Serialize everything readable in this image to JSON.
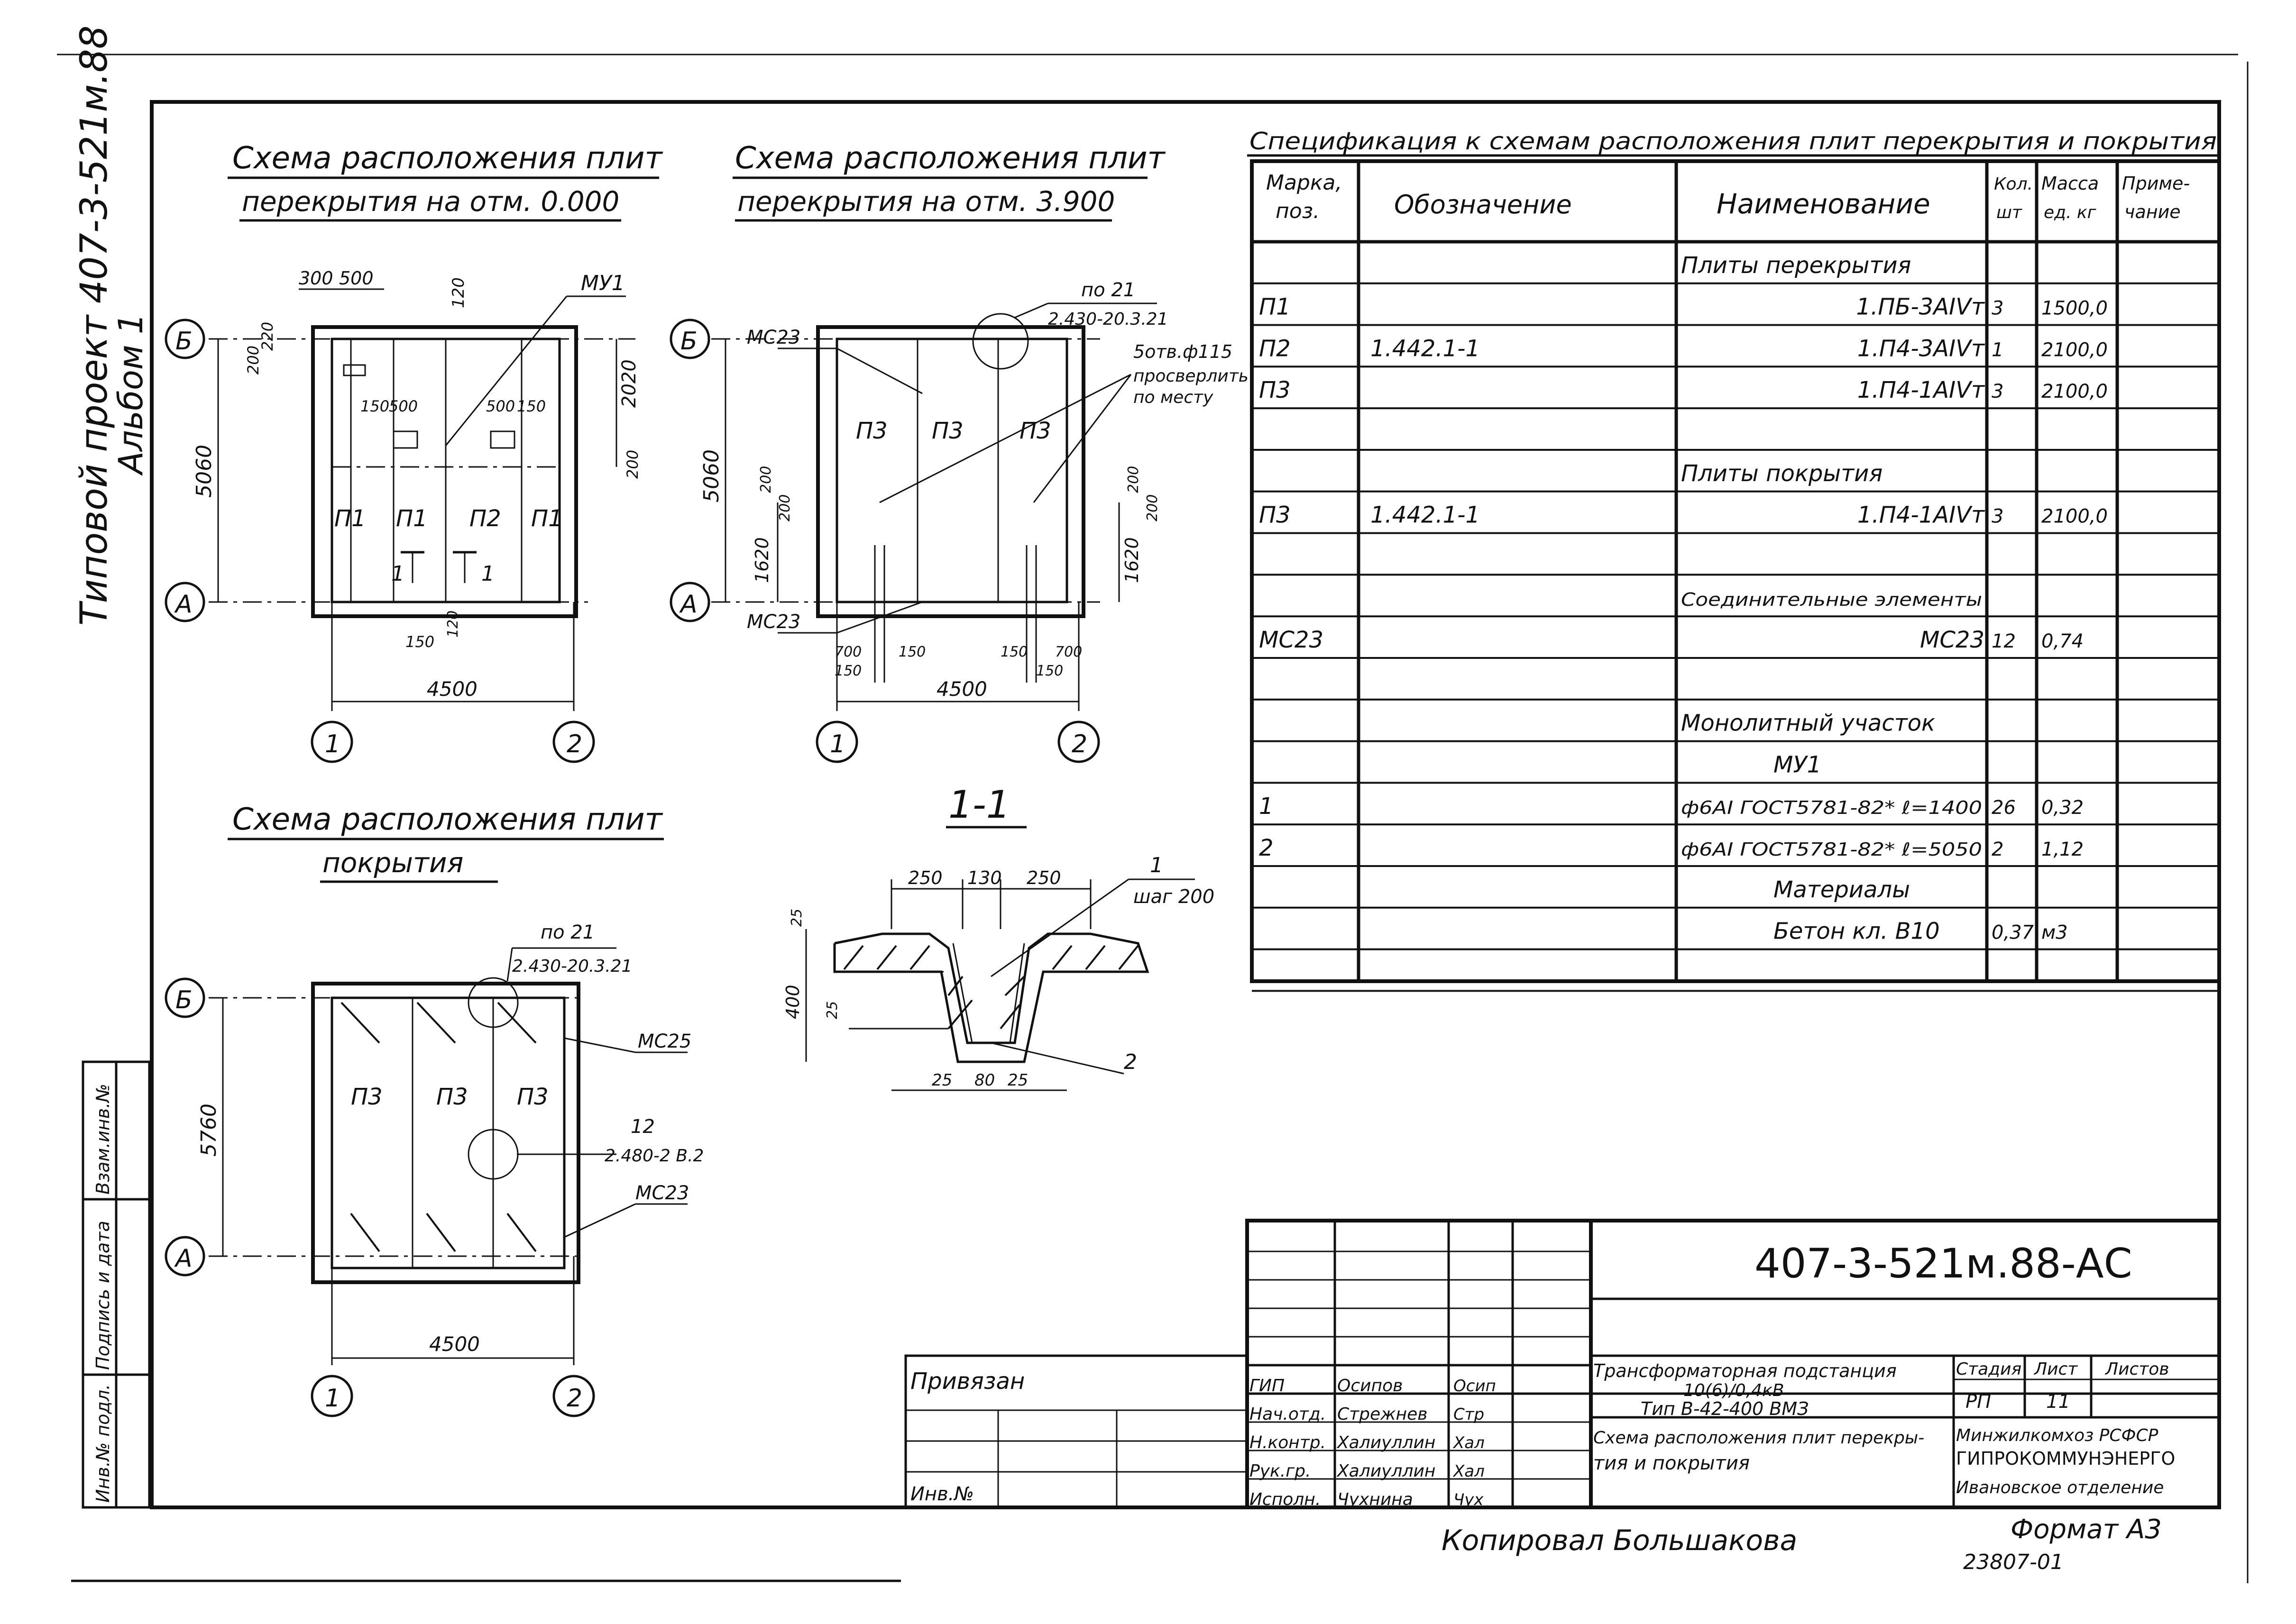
{
  "side_margin": {
    "project_title": "Типовой проект 407-3-521м.88",
    "album": "Альбом 1",
    "strip_labels": [
      "Взам.инв.№",
      "Подпись и дата",
      "Инв.№ подл."
    ]
  },
  "scheme_floor_0": {
    "title_line1": "Схема расположения плит",
    "title_line2": "перекрытия на отм. 0.000",
    "axes": {
      "top": "Б",
      "bottom": "А",
      "left": "1",
      "right": "2"
    },
    "dims": {
      "height": "5060",
      "width": "4500",
      "top_a": "300",
      "top_b": "500",
      "left_a": "200",
      "left_b": "220",
      "right_top": "2020",
      "right_mid": "200",
      "inner_a": "150",
      "inner_b": "500",
      "inner_c": "500",
      "inner_d": "150",
      "vert_top": "120",
      "bottom_a": "150",
      "bottom_b": "120"
    },
    "plates": [
      "П1",
      "П1",
      "П2",
      "П1"
    ],
    "section_marks": [
      "1",
      "1"
    ],
    "callout": "МУ1"
  },
  "scheme_floor_3900": {
    "title_line1": "Схема расположения плит",
    "title_line2": "перекрытия на отм. 3.900",
    "axes": {
      "top": "Б",
      "bottom": "А",
      "left": "1",
      "right": "2"
    },
    "dims": {
      "height": "5060",
      "width": "4500",
      "left_mid": "1620",
      "right_mid": "1620",
      "left_a": "200",
      "left_b": "200",
      "right_a": "200",
      "right_b": "200",
      "bottom_a": "700",
      "bottom_b": "150",
      "bottom_c": "150",
      "bottom_d": "150",
      "bottom_e": "700",
      "bottom_f": "150"
    },
    "plates": [
      "П3",
      "П3",
      "П3"
    ],
    "labels": {
      "mc_top": "МС23",
      "mc_bottom": "МС23",
      "ref_a": "по 21",
      "ref_b": "2.430-20.3.21",
      "holes_a": "5отв.ф115",
      "holes_b": "просверлить",
      "holes_c": "по месту"
    }
  },
  "scheme_roof": {
    "title_line1": "Схема расположения плит",
    "title_line2": "покрытия",
    "axes": {
      "top": "Б",
      "bottom": "А",
      "left": "1",
      "right": "2"
    },
    "dims": {
      "height": "5760",
      "width": "4500"
    },
    "plates": [
      "П3",
      "П3",
      "П3"
    ],
    "labels": {
      "ref_a": "по 21",
      "ref_b": "2.430-20.3.21",
      "mc_top": "МС25",
      "mc_bottom": "МС23",
      "node_a": "12",
      "node_b": "2.480-2 В.2"
    }
  },
  "section_1_1": {
    "title": "1-1",
    "dims": {
      "top_a": "250",
      "top_b": "130",
      "top_c": "250",
      "left_top": "25",
      "left_height": "400",
      "left_low": "25",
      "bottom_a": "25",
      "bottom_b": "80",
      "bottom_c": "25"
    },
    "labels": {
      "rebar_a": "1",
      "rebar_a_note": "шаг 200",
      "rebar_b": "2"
    }
  },
  "specification": {
    "title": "Спецификация к схемам расположения плит перекрытия и покрытия",
    "headers": [
      "Марка, поз.",
      "Обозначение",
      "Наименование",
      "Кол. шт",
      "Масса ед. кг",
      "Приме- чание"
    ],
    "rows": [
      [
        "",
        "",
        "Плиты перекрытия",
        "",
        "",
        ""
      ],
      [
        "П1",
        "",
        "1.ПБ-3АIVт",
        "3",
        "1500,0",
        ""
      ],
      [
        "П2",
        "1.442.1-1",
        "1.П4-3АIVт",
        "1",
        "2100,0",
        ""
      ],
      [
        "П3",
        "",
        "1.П4-1АIVт",
        "3",
        "2100,0",
        ""
      ],
      [
        "",
        "",
        "",
        "",
        "",
        ""
      ],
      [
        "",
        "",
        "Плиты покрытия",
        "",
        "",
        ""
      ],
      [
        "П3",
        "1.442.1-1",
        "1.П4-1АIVт",
        "3",
        "2100,0",
        ""
      ],
      [
        "",
        "",
        "",
        "",
        "",
        ""
      ],
      [
        "",
        "",
        "Соединительные элементы",
        "",
        "",
        ""
      ],
      [
        "МС23",
        "",
        "МС23",
        "12",
        "0,74",
        ""
      ],
      [
        "",
        "",
        "",
        "",
        "",
        ""
      ],
      [
        "",
        "",
        "Монолитный участок",
        "",
        "",
        ""
      ],
      [
        "",
        "",
        "МУ1",
        "",
        "",
        ""
      ],
      [
        "1",
        "",
        "ф6АI ГОСТ5781-82* ℓ=1400",
        "26",
        "0,32",
        ""
      ],
      [
        "2",
        "",
        "ф6АI ГОСТ5781-82* ℓ=5050",
        "2",
        "1,12",
        ""
      ],
      [
        "",
        "",
        "Материалы",
        "",
        "",
        ""
      ],
      [
        "",
        "",
        "Бетон кл. В10",
        "0,37",
        "м3",
        ""
      ],
      [
        "",
        "",
        "",
        "",
        "",
        ""
      ]
    ]
  },
  "title_block": {
    "code": "407-3-521м.88-АС",
    "privyazan": "Привязан",
    "inv": "Инв.№",
    "roles": [
      {
        "role": "ГИП",
        "name": "Осипов",
        "sign": "Осип"
      },
      {
        "role": "Нач.отд.",
        "name": "Стрежнев",
        "sign": "Стр"
      },
      {
        "role": "Н.контр.",
        "name": "Халиуллин",
        "sign": "Хал"
      },
      {
        "role": "Рук.гр.",
        "name": "Халиуллин",
        "sign": "Хал"
      },
      {
        "role": "Исполн.",
        "name": "Чухнина",
        "sign": "Чух"
      }
    ],
    "object_line1": "Трансформаторная подстанция",
    "object_line2": "10(6)/0,4кВ",
    "object_line3": "Тип В-42-400 ВМЗ",
    "sheet_title_line1": "Схема расположения плит перекры-",
    "sheet_title_line2": "тия и покрытия",
    "stage_label": "Стадия",
    "sheet_label": "Лист",
    "sheets_label": "Листов",
    "stage": "РП",
    "sheet": "11",
    "org_line1": "Минжилкомхоз РСФСР",
    "org_line2": "ГИПРОКОММУНЭНЕРГО",
    "org_line3": "Ивановское отделение"
  },
  "footer": {
    "copied": "Копировал Большакова",
    "format": "Формат А3",
    "number": "23807-01"
  }
}
